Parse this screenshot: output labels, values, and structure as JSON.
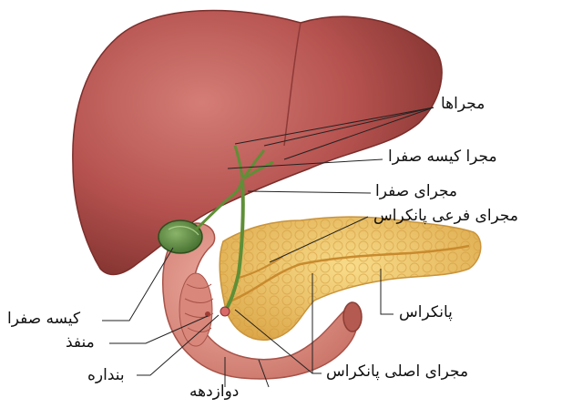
{
  "labels": {
    "ducts": "مجراها",
    "cystic_duct": "مجرا کیسه صفرا",
    "bile_duct": "مجرای صفرا",
    "accessory_pancreatic_duct": "مجرای فرعی پانکراس",
    "pancreas": "پانکراس",
    "main_pancreatic_duct": "مجرای اصلی پانکراس",
    "gallbladder": "کیسه صفرا",
    "opening": "منفذ",
    "sphincter": "بنداره",
    "duodenum": "دوازدهه"
  },
  "colors": {
    "liver": "#b5524f",
    "liver_dark": "#8e3a37",
    "liver_highlight": "#d58a83",
    "gallbladder": "#4f7a36",
    "pancreas": "#f2c96a",
    "pancreas_dark": "#d9a640",
    "duodenum": "#e79a8e",
    "duodenum_dark": "#c76c60",
    "duct_green": "#6c9a3c",
    "duct_yellow": "#e0b64a",
    "leader": "#222222"
  }
}
